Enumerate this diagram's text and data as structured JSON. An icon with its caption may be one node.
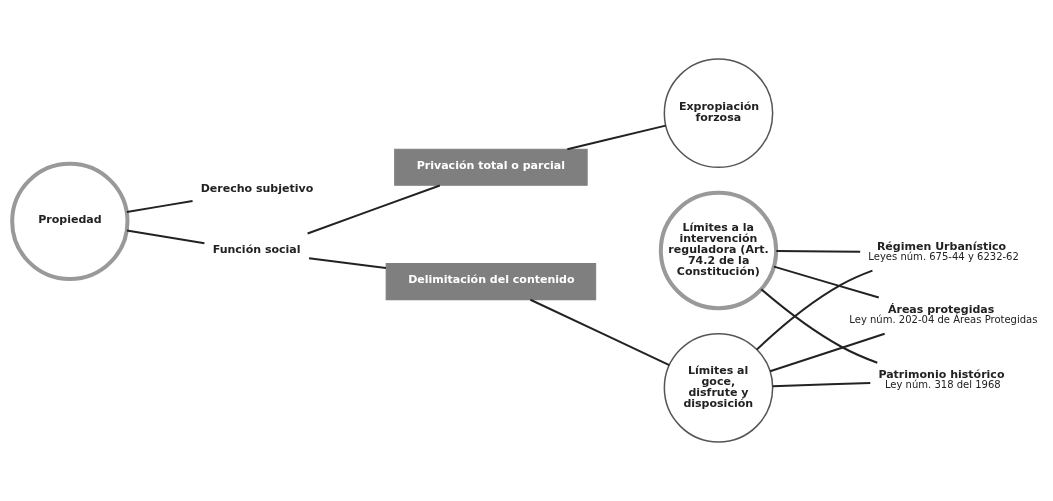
{
  "diagram": {
    "nodes": [
      {
        "text": [
          "Propiedad"
        ]
      },
      {
        "text": [
          "Derecho subjetivo"
        ]
      },
      {
        "text": [
          "Función social"
        ]
      },
      {
        "text": [
          "Privación total o parcial"
        ]
      },
      {
        "text": [
          "Expropiación forzosa"
        ]
      },
      {
        "text": [
          "Delimitación del contenido"
        ]
      },
      {
        "text": [
          "Límites al goce, disfrute y disposición"
        ]
      },
      {
        "text": [
          "Límites a la intervención reguladora (Art. 74.2 de la Constitución)"
        ]
      },
      {
        "text": [
          "Régimen Urbanístico",
          "Leyes núm. 675-44 y 6232-62"
        ]
      },
      {
        "text": [
          "Áreas protegidas",
          "Ley núm. 202-04 de Áreas Protegidas"
        ]
      },
      {
        "text": [
          "Patrimonio histórico",
          "Ley núm. 318 del 1968"
        ]
      }
    ],
    "edges": [
      {
        "from": 0,
        "to": 1,
        "arrow": "none"
      },
      {
        "from": 0,
        "to": 2,
        "arrow": "none"
      },
      {
        "from": 2,
        "to": 3,
        "arrow": "none"
      },
      {
        "from": 2,
        "to": 5,
        "arrow": "none"
      },
      {
        "from": 3,
        "to": 4,
        "arrow": "none"
      },
      {
        "from": 5,
        "to": 6,
        "arrow": "none"
      },
      {
        "from": 6,
        "to": 8,
        "arrow": "none"
      },
      {
        "from": 6,
        "to": 9,
        "arrow": "none"
      },
      {
        "from": 6,
        "to": 10,
        "arrow": "none"
      },
      {
        "from": 7,
        "to": 8,
        "arrow": "none"
      },
      {
        "from": 7,
        "to": 9,
        "arrow": "none"
      },
      {
        "from": 7,
        "to": 10,
        "arrow": "none"
      }
    ]
  }
}
